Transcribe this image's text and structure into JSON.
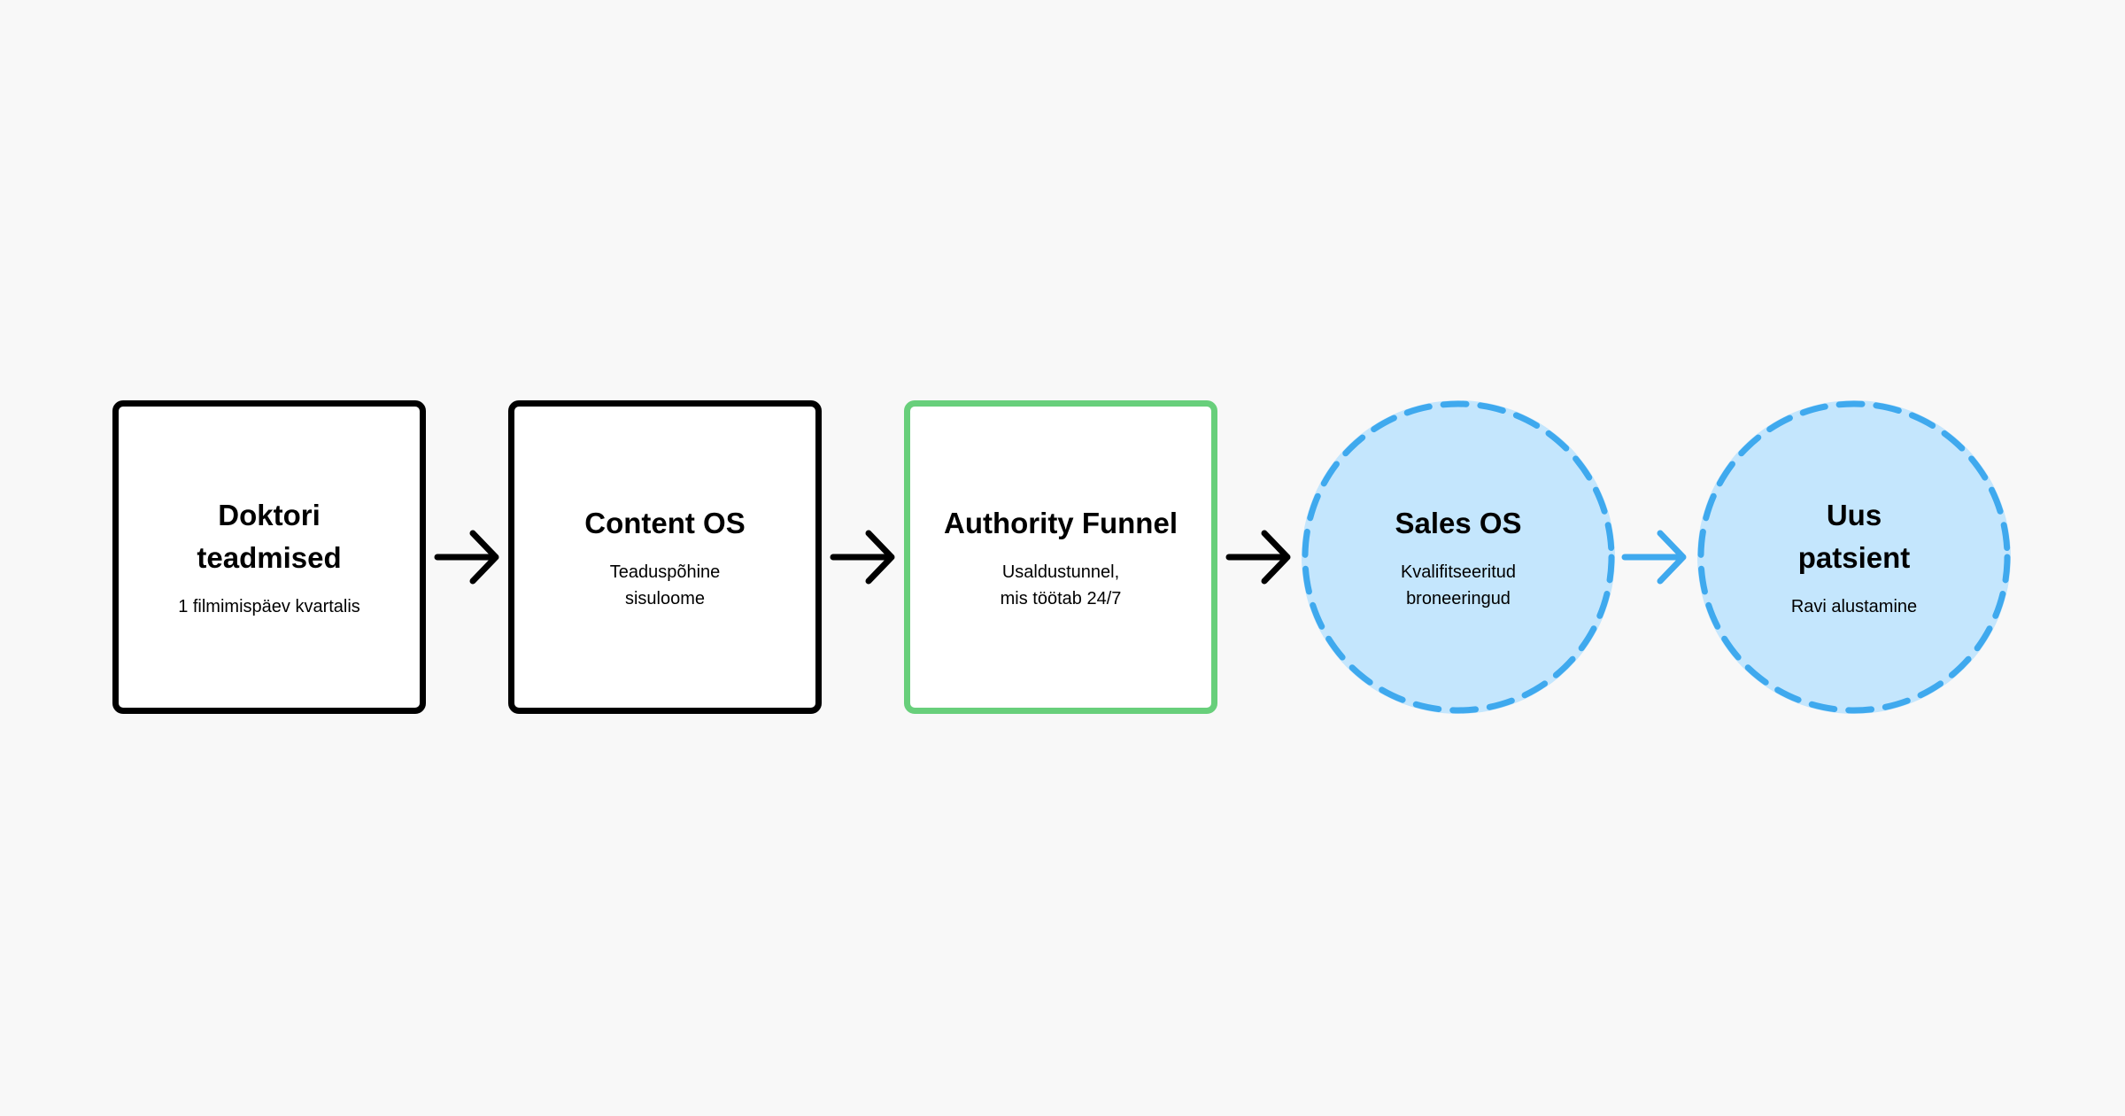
{
  "colors": {
    "background": "#f8f8f8",
    "box_border": "#000000",
    "highlight_border": "#68cf7b",
    "circle_fill": "#c4e6fd",
    "circle_stroke": "#3fa9ee",
    "arrow_default": "#000000",
    "arrow_blue": "#3fa9ee"
  },
  "nodes": [
    {
      "title": "Doktori\nteadmised",
      "subtitle": "1 filmimispäev kvartalis"
    },
    {
      "title": "Content OS",
      "subtitle": "Teaduspõhine\nsisuloome"
    },
    {
      "title": "Authority Funnel",
      "subtitle": "Usaldustunnel,\nmis töötab 24/7"
    },
    {
      "title": "Sales OS",
      "subtitle": "Kvalifitseeritud\nbroneeringud"
    },
    {
      "title": "Uus\npatsient",
      "subtitle": "Ravi alustamine"
    }
  ],
  "arrows": [
    {
      "from": 1,
      "to": 2,
      "icon": "arrow-right-icon",
      "color": "#000000"
    },
    {
      "from": 2,
      "to": 3,
      "icon": "arrow-right-icon",
      "color": "#000000"
    },
    {
      "from": 3,
      "to": 4,
      "icon": "arrow-right-icon",
      "color": "#000000"
    },
    {
      "from": 4,
      "to": 5,
      "icon": "arrow-right-icon",
      "color": "#3fa9ee"
    }
  ]
}
